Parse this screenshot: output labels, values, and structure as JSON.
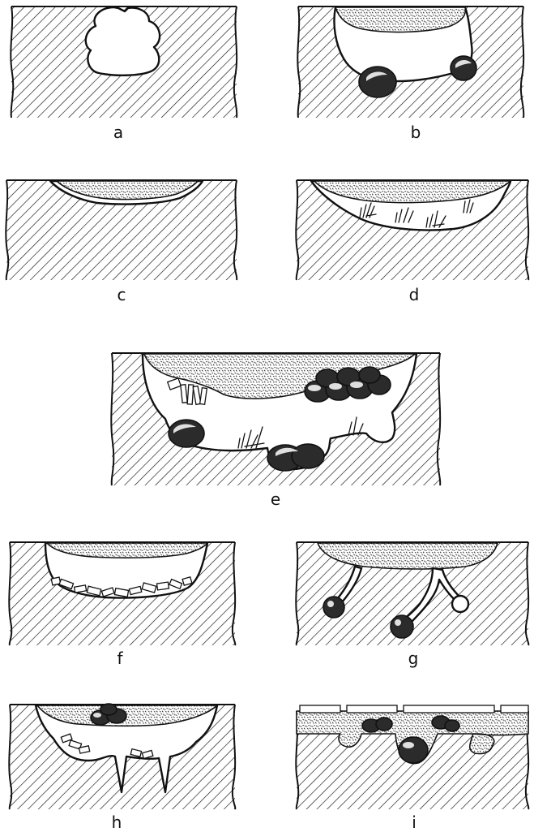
{
  "panels": [
    {
      "id": "a",
      "label": "a"
    },
    {
      "id": "b",
      "label": "b"
    },
    {
      "id": "c",
      "label": "c"
    },
    {
      "id": "d",
      "label": "d"
    },
    {
      "id": "e",
      "label": "e"
    },
    {
      "id": "f",
      "label": "f"
    },
    {
      "id": "g",
      "label": "g"
    },
    {
      "id": "h",
      "label": "h"
    },
    {
      "id": "i",
      "label": "i"
    }
  ],
  "colors": {
    "ink": "#111111",
    "background": "#ffffff"
  }
}
